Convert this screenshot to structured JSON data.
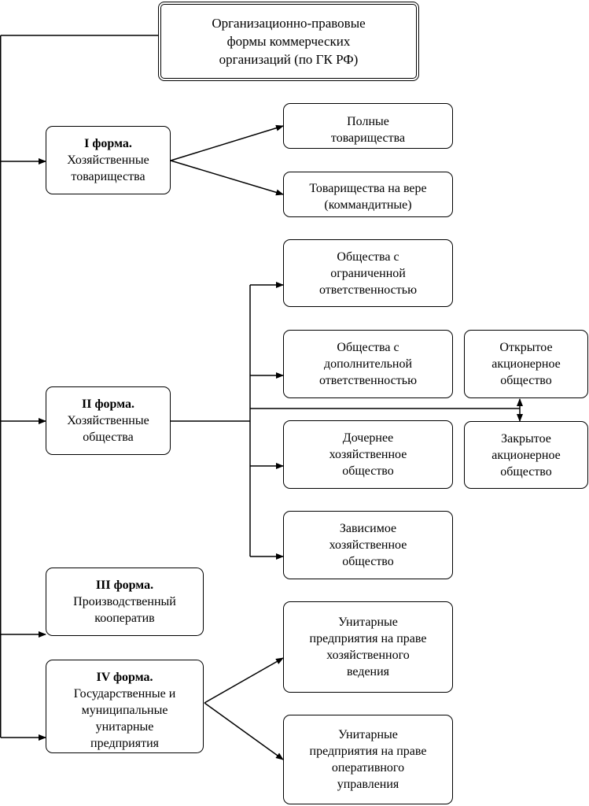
{
  "title": {
    "lines": [
      "Организационно-правовые",
      "формы коммерческих",
      "организаций (по ГК РФ)"
    ]
  },
  "forms": [
    {
      "heading": "I форма.",
      "lines": [
        "Хозяйственные",
        "товарищества"
      ]
    },
    {
      "heading": "II форма.",
      "lines": [
        "Хозяйственные",
        "общества"
      ]
    },
    {
      "heading": "III форма.",
      "lines": [
        "Производственный",
        "кооператив"
      ]
    },
    {
      "heading": "IV форма.",
      "lines": [
        "Государственные и",
        "муниципальные",
        "унитарные",
        "предприятия"
      ]
    }
  ],
  "partnerships": [
    {
      "lines": [
        "Полные",
        "товарищества"
      ]
    },
    {
      "lines": [
        "Товарищества на вере",
        "(коммандитные)"
      ]
    }
  ],
  "companies": [
    {
      "lines": [
        "Общества с",
        "ограниченной",
        "ответственностью"
      ]
    },
    {
      "lines": [
        "Общества с",
        "дополнительной",
        "ответственностью"
      ]
    },
    {
      "lines": [
        "Дочернее",
        "хозяйственное",
        "общество"
      ]
    },
    {
      "lines": [
        "Зависимое",
        "хозяйственное",
        "общество"
      ]
    }
  ],
  "joint_stock": [
    {
      "lines": [
        "Открытое",
        "акционерное",
        "общество"
      ]
    },
    {
      "lines": [
        "Закрытое",
        "акционерное",
        "общество"
      ]
    }
  ],
  "unitary": [
    {
      "lines": [
        "Унитарные",
        "предприятия на праве",
        "хозяйственного",
        "ведения"
      ]
    },
    {
      "lines": [
        "Унитарные",
        "предприятия на праве",
        "оперативного",
        "управления"
      ]
    }
  ]
}
